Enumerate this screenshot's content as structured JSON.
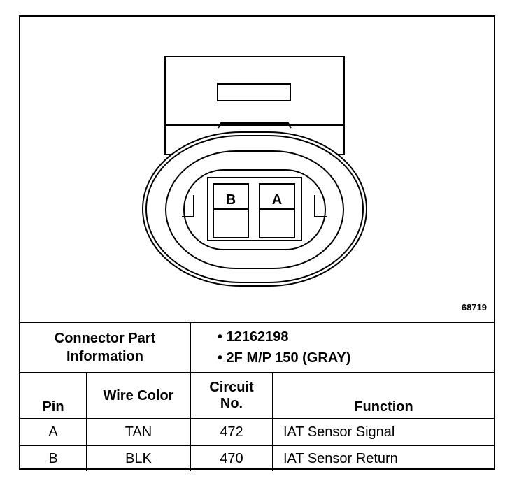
{
  "diagram": {
    "figure_number": "68719",
    "cavities": [
      "B",
      "A"
    ]
  },
  "connector": {
    "label_line1": "Connector Part",
    "label_line2": "Information",
    "info": [
      "• 12162198",
      "• 2F M/P 150 (GRAY)"
    ]
  },
  "table": {
    "headers": {
      "pin": "Pin",
      "wire_color": "Wire Color",
      "circuit_line1": "Circuit",
      "circuit_line2": "No.",
      "function": "Function"
    },
    "rows": [
      {
        "pin": "A",
        "wire_color": "TAN",
        "circuit": "472",
        "function": "IAT Sensor Signal"
      },
      {
        "pin": "B",
        "wire_color": "BLK",
        "circuit": "470",
        "function": "IAT Sensor Return"
      }
    ]
  }
}
